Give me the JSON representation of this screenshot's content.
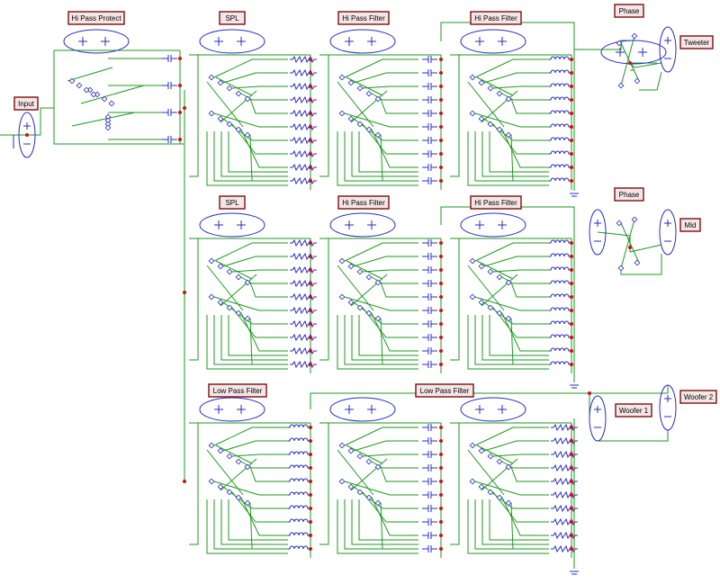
{
  "labels": {
    "input": "Input",
    "hi_pass_protect": "Hi Pass Protect",
    "spl_top": "SPL",
    "hi_pass_filter_top_1": "Hi Pass Filter",
    "hi_pass_filter_top_2": "Hi Pass Filter",
    "phase_top": "Phase",
    "tweeter": "Tweeter",
    "spl_mid": "SPL",
    "hi_pass_filter_mid_1": "Hi Pass Filter",
    "hi_pass_filter_mid_2": "Hi Pass Filter",
    "phase_mid": "Phase",
    "mid": "Mid",
    "low_pass_filter_1": "Low Pass Filter",
    "low_pass_filter_2": "Low Pass Filter",
    "woofer_1": "Woofer 1",
    "woofer_2": "Woofer 2"
  },
  "colors": {
    "wire": "#1a9a1a",
    "component": "#2a2ac8",
    "node": "#d01010",
    "label_border": "#7a1010",
    "label_fill": "#f4e6e6"
  }
}
